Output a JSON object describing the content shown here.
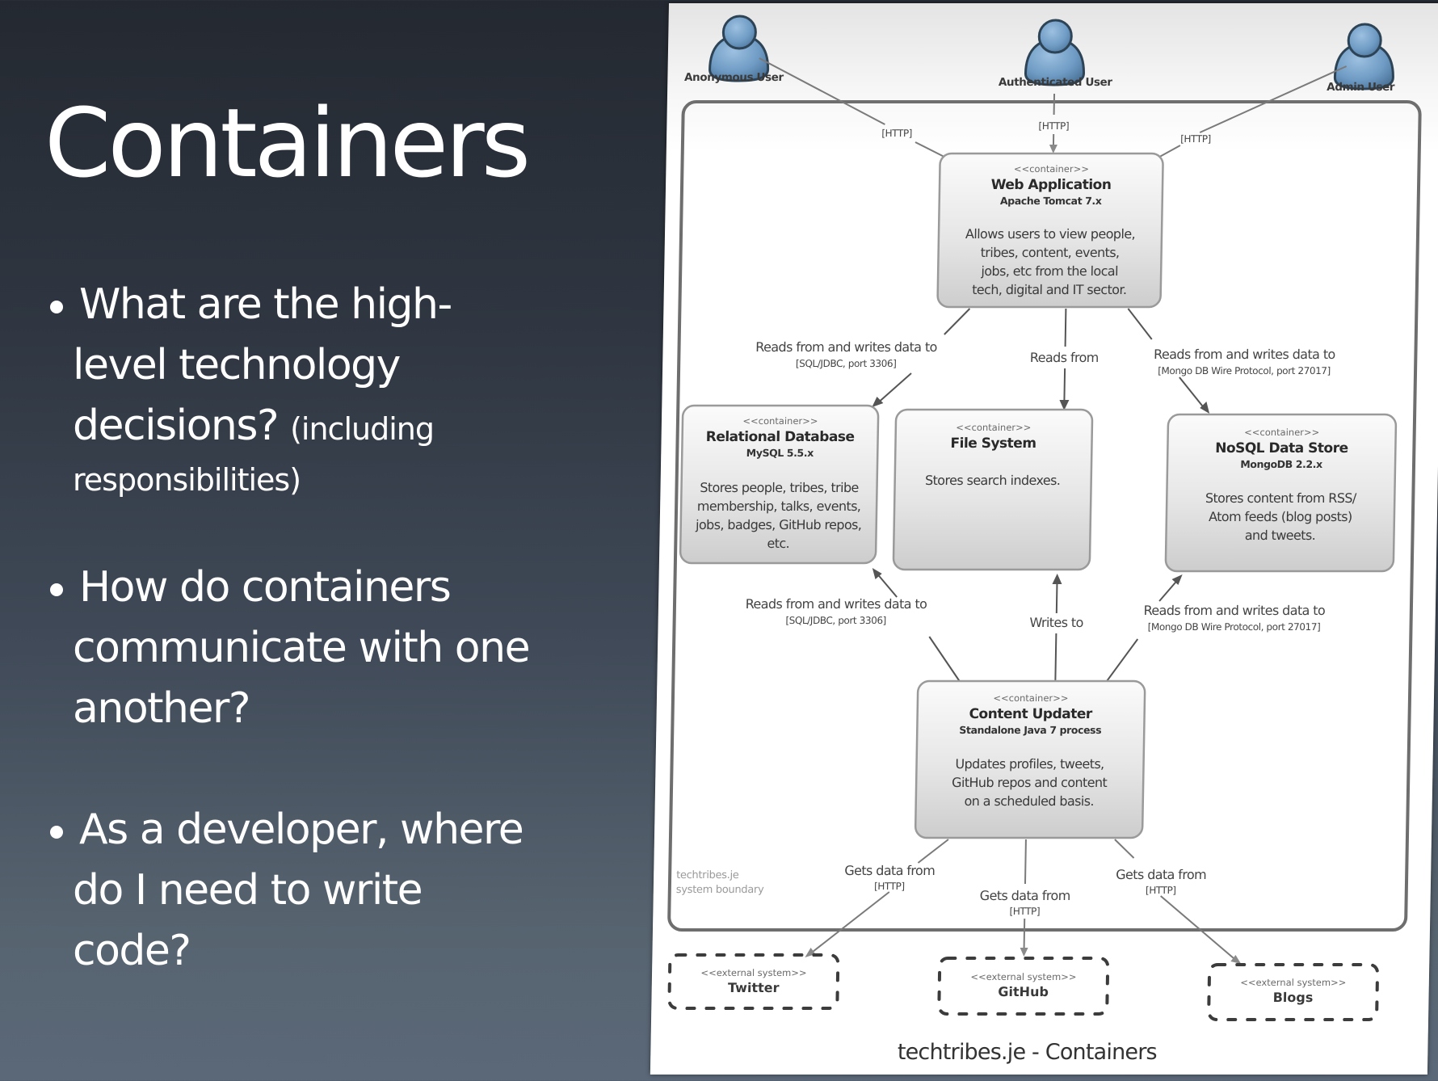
{
  "slide": {
    "title": "Containers",
    "bullets": [
      {
        "lines": [
          "What are the high-",
          "level technology",
          "decisions?"
        ],
        "note": [
          "(including",
          "responsibilities)"
        ]
      },
      {
        "lines": [
          "How do containers",
          "communicate with one",
          "another?"
        ]
      },
      {
        "lines": [
          "As a developer, where",
          "do I need to write",
          "code?"
        ]
      }
    ]
  },
  "diagram": {
    "caption": "techtribes.je - Containers",
    "boundary_label": [
      "techtribes.je",
      "system boundary"
    ],
    "colors": {
      "person_fill": "#6f9bc4",
      "person_stroke": "#2d4356",
      "box_fill_top": "#fbfbfb",
      "box_fill_bottom": "#cfcfcf",
      "boundary_stroke": "#6e6e6e"
    },
    "people": [
      {
        "id": "anonymous-user",
        "label": "Anonymous User",
        "icon": "person-icon"
      },
      {
        "id": "authenticated-user",
        "label": "Authenticated User",
        "icon": "person-icon"
      },
      {
        "id": "admin-user",
        "label": "Admin User",
        "icon": "person-icon"
      }
    ],
    "containers": [
      {
        "id": "web-application",
        "stereotype": "<<container>>",
        "name": "Web Application",
        "technology": "Apache Tomcat 7.x",
        "description": [
          "Allows users to view people,",
          "tribes, content, events,",
          "jobs, etc from the local",
          "tech, digital and IT sector."
        ]
      },
      {
        "id": "relational-database",
        "stereotype": "<<container>>",
        "name": "Relational Database",
        "technology": "MySQL 5.5.x",
        "description": [
          "Stores people, tribes, tribe",
          "membership, talks, events,",
          "jobs, badges, GitHub repos,",
          "etc."
        ]
      },
      {
        "id": "file-system",
        "stereotype": "<<container>>",
        "name": "File System",
        "technology": "",
        "description": [
          "Stores search indexes."
        ]
      },
      {
        "id": "nosql-data-store",
        "stereotype": "<<container>>",
        "name": "NoSQL Data Store",
        "technology": "MongoDB 2.2.x",
        "description": [
          "Stores content from RSS/",
          "Atom feeds (blog posts)",
          "and tweets."
        ]
      },
      {
        "id": "content-updater",
        "stereotype": "<<container>>",
        "name": "Content Updater",
        "technology": "Standalone Java 7 process",
        "description": [
          "Updates profiles, tweets,",
          "GitHub repos and content",
          "on a scheduled basis."
        ]
      }
    ],
    "external_systems": [
      {
        "id": "twitter",
        "stereotype": "<<external system>>",
        "name": "Twitter"
      },
      {
        "id": "github",
        "stereotype": "<<external system>>",
        "name": "GitHub"
      },
      {
        "id": "blogs",
        "stereotype": "<<external system>>",
        "name": "Blogs"
      }
    ],
    "relationships": [
      {
        "from": "anonymous-user",
        "to": "web-application",
        "label": "",
        "technology": "[HTTP]"
      },
      {
        "from": "authenticated-user",
        "to": "web-application",
        "label": "",
        "technology": "[HTTP]"
      },
      {
        "from": "admin-user",
        "to": "web-application",
        "label": "",
        "technology": "[HTTP]"
      },
      {
        "from": "web-application",
        "to": "relational-database",
        "label": "Reads from and writes data to",
        "technology": "[SQL/JDBC, port 3306]"
      },
      {
        "from": "web-application",
        "to": "file-system",
        "label": "Reads from",
        "technology": ""
      },
      {
        "from": "web-application",
        "to": "nosql-data-store",
        "label": "Reads from and writes data to",
        "technology": "[Mongo DB Wire Protocol, port 27017]"
      },
      {
        "from": "content-updater",
        "to": "relational-database",
        "label": "Reads from and writes data to",
        "technology": "[SQL/JDBC, port 3306]"
      },
      {
        "from": "content-updater",
        "to": "file-system",
        "label": "Writes to",
        "technology": ""
      },
      {
        "from": "content-updater",
        "to": "nosql-data-store",
        "label": "Reads from and writes data to",
        "technology": "[Mongo DB Wire Protocol, port 27017]"
      },
      {
        "from": "content-updater",
        "to": "twitter",
        "label": "Gets data from",
        "technology": "[HTTP]"
      },
      {
        "from": "content-updater",
        "to": "github",
        "label": "Gets data from",
        "technology": "[HTTP]"
      },
      {
        "from": "content-updater",
        "to": "blogs",
        "label": "Gets data from",
        "technology": "[HTTP]"
      }
    ]
  }
}
